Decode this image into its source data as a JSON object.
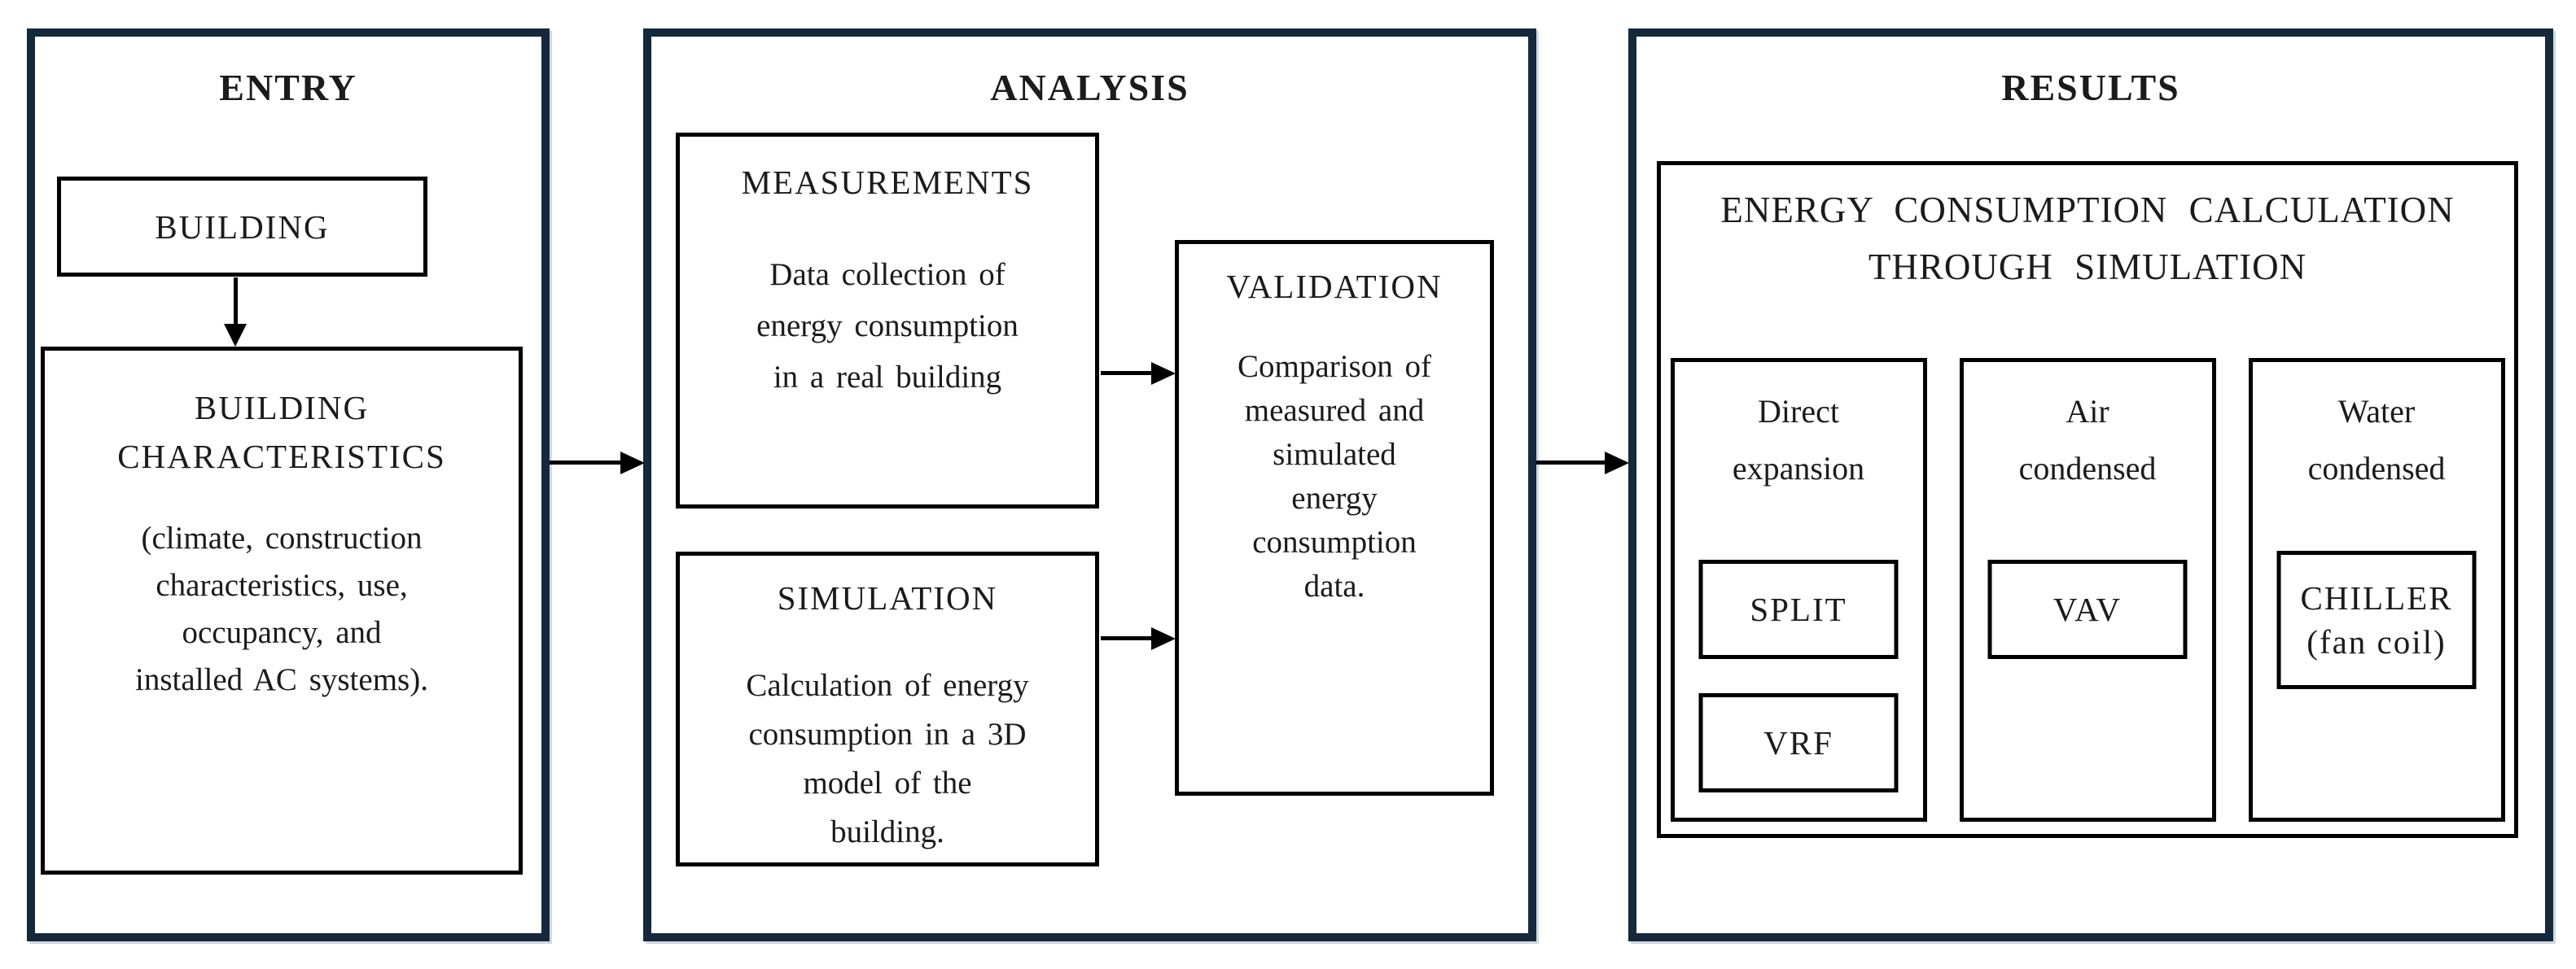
{
  "colors": {
    "panel_border": "#15293B",
    "box_border": "#000000",
    "text": "#1B1B1B",
    "background": "#FFFFFF"
  },
  "entry": {
    "title": "ENTRY",
    "building_label": "BUILDING",
    "characteristics_heading": "BUILDING\nCHARACTERISTICS",
    "characteristics_body": "(climate, construction\ncharacteristics, use,\noccupancy, and\ninstalled AC systems)."
  },
  "analysis": {
    "title": "ANALYSIS",
    "measurements": {
      "heading": "MEASUREMENTS",
      "body": "Data collection of\nenergy consumption\nin a real building"
    },
    "simulation": {
      "heading": "SIMULATION",
      "body": "Calculation of energy\nconsumption in a 3D\nmodel of the\nbuilding."
    },
    "validation": {
      "heading": "VALIDATION",
      "body": "Comparison of\nmeasured and\nsimulated\nenergy\nconsumption\ndata."
    }
  },
  "results": {
    "title": "RESULTS",
    "box_title": "ENERGY CONSUMPTION CALCULATION\nTHROUGH SIMULATION",
    "columns": [
      {
        "heading": "Direct\nexpansion",
        "items": [
          "SPLIT",
          "VRF"
        ]
      },
      {
        "heading": "Air\ncondensed",
        "items": [
          "VAV"
        ]
      },
      {
        "heading": "Water\ncondensed",
        "items": [
          "CHILLER\n(fan coil)"
        ]
      }
    ]
  }
}
